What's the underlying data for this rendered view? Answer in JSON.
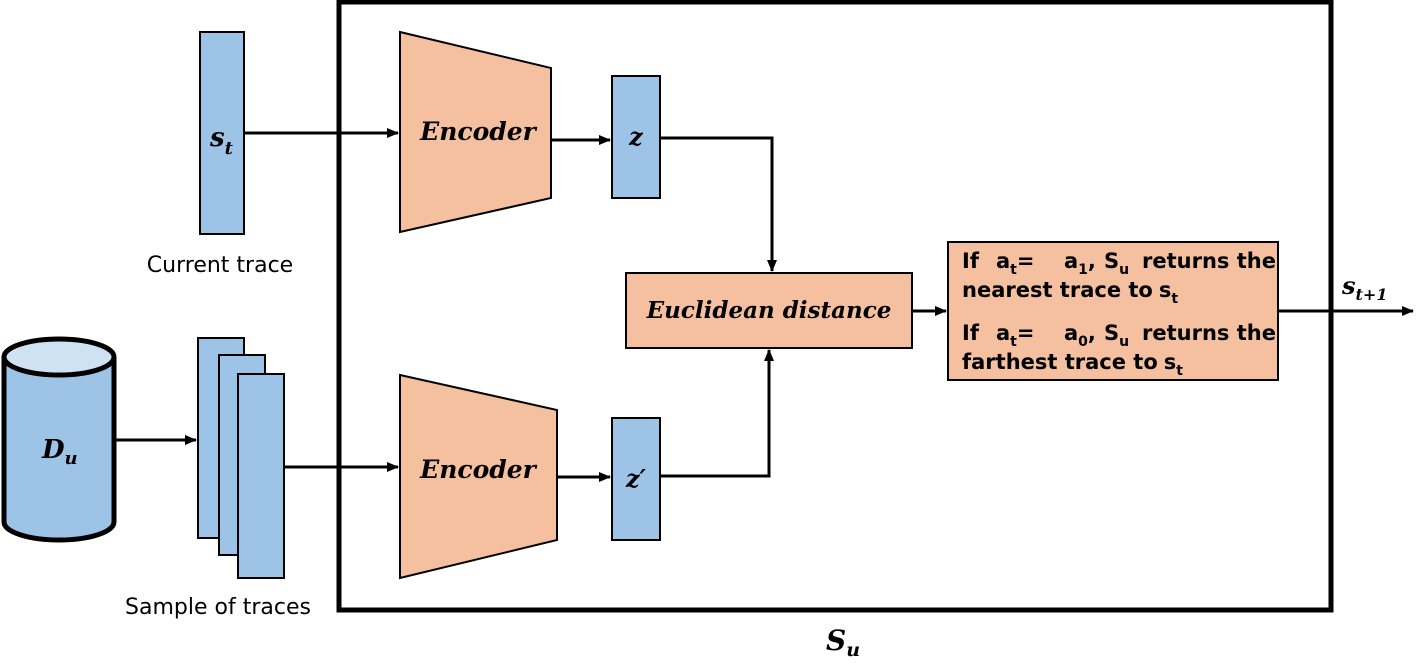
{
  "colors": {
    "vector_fill": "#9dc3e6",
    "encoder_fill": "#f4c0a0",
    "stroke": "#000000"
  },
  "nodes": {
    "st": {
      "base": "s",
      "sub": "t"
    },
    "current_trace_label": "Current trace",
    "du": {
      "base": "D",
      "sub": "u"
    },
    "sample_label": "Sample of traces",
    "encoder_top": "Encoder",
    "encoder_bottom": "Encoder",
    "z": "z",
    "z_prime": "z′",
    "euclidean": "Euclidean distance",
    "output": {
      "base": "s",
      "sub": "t+1"
    },
    "su": {
      "base": "S",
      "sub": "u"
    }
  },
  "rule": {
    "line1": {
      "if": "If",
      "a": "a",
      "a_sub": "t",
      "eq": "=",
      "a2": "a",
      "a2_sub": "1",
      "comma": ",",
      "S": "S",
      "S_sub": "u",
      "rest": "returns  the"
    },
    "line2": {
      "text": "nearest trace to",
      "s": "s",
      "s_sub": "t"
    },
    "line3": {
      "if": "If",
      "a": "a",
      "a_sub": "t",
      "eq": "=",
      "a2": "a",
      "a2_sub": "0",
      "comma": ",",
      "S": "S",
      "S_sub": "u",
      "rest": "returns  the"
    },
    "line4": {
      "text": "farthest trace to",
      "s": "s",
      "s_sub": "t"
    }
  }
}
